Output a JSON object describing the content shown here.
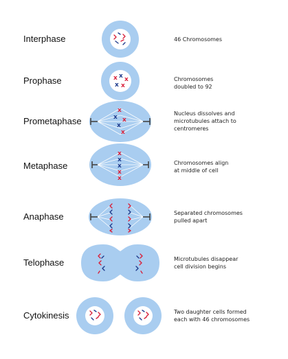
{
  "stages": [
    {
      "key": "interphase",
      "label": "Interphase",
      "description": [
        "46 Chromosomes"
      ]
    },
    {
      "key": "prophase",
      "label": "Prophase",
      "description": [
        "Chromosomes",
        "doubled to 92"
      ]
    },
    {
      "key": "prometaphase",
      "label": "Prometaphase",
      "description": [
        "Nucleus dissolves and",
        "microtubules attach to",
        "centromeres"
      ]
    },
    {
      "key": "metaphase",
      "label": "Metaphase",
      "description": [
        "Chromosomes align",
        "at middle of cell"
      ]
    },
    {
      "key": "anaphase",
      "label": "Anaphase",
      "description": [
        "Separated chromosomes",
        "pulled apart"
      ]
    },
    {
      "key": "telophase",
      "label": "Telophase",
      "description": [
        "Microtubules disappear",
        "cell division begins"
      ]
    },
    {
      "key": "cytokinesis",
      "label": "Cytokinesis",
      "description": [
        "Two daughter cells formed",
        "each with 46 chromosomes"
      ]
    }
  ],
  "colors": {
    "cell": "#a9cdf0",
    "nucleus": "#ffffff",
    "chromosome_red": "#d8203a",
    "chromosome_blue": "#1d3a8c",
    "chromosome_dark": "#222233",
    "spindle": "#ffffff",
    "pole": "#444444"
  }
}
